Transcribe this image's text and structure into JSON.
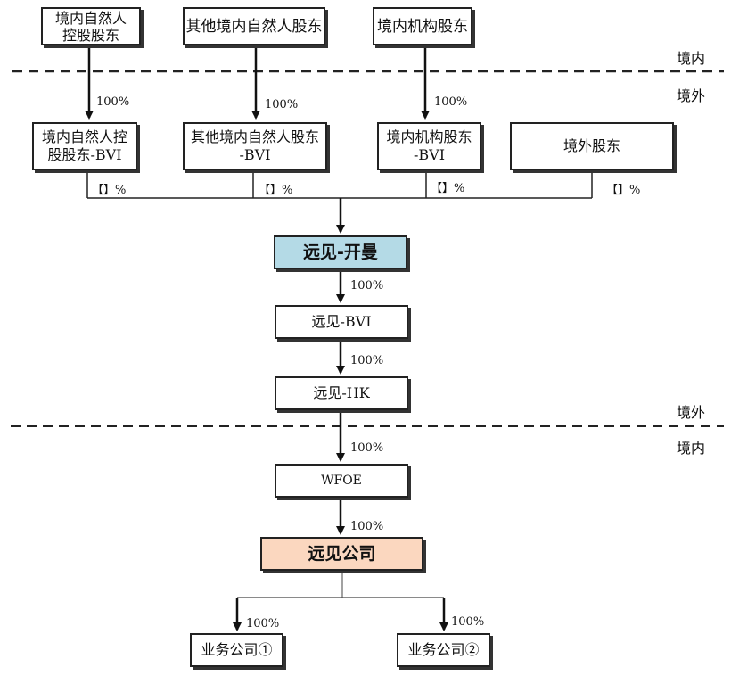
{
  "top_shareholders": {
    "natural_controlling": "境内自然人\n控股股东",
    "other_natural": "其他境内自然人股东",
    "institutional": "境内机构股东"
  },
  "bvi_layer": {
    "natural_controlling_bvi": "境内自然人控\n股股东-BVI",
    "other_natural_bvi": "其他境内自然人股东\n-BVI",
    "institutional_bvi": "境内机构股东\n-BVI",
    "offshore_shareholder": "境外股东"
  },
  "entities": {
    "caiman": "远见-开曼",
    "bvi": "远见-BVI",
    "hk": "远见-HK",
    "wfoe": "WFOE",
    "company": "远见公司",
    "sub1": "业务公司①",
    "sub2": "业务公司②"
  },
  "labels": {
    "pct100": "100%",
    "ownership_placeholder": "【】%"
  },
  "zones": {
    "domestic": "境内",
    "offshore": "境外"
  },
  "colors": {
    "caiman_fill": "#b4dae6",
    "company_fill": "#fbd7bf",
    "line": "#111111"
  }
}
